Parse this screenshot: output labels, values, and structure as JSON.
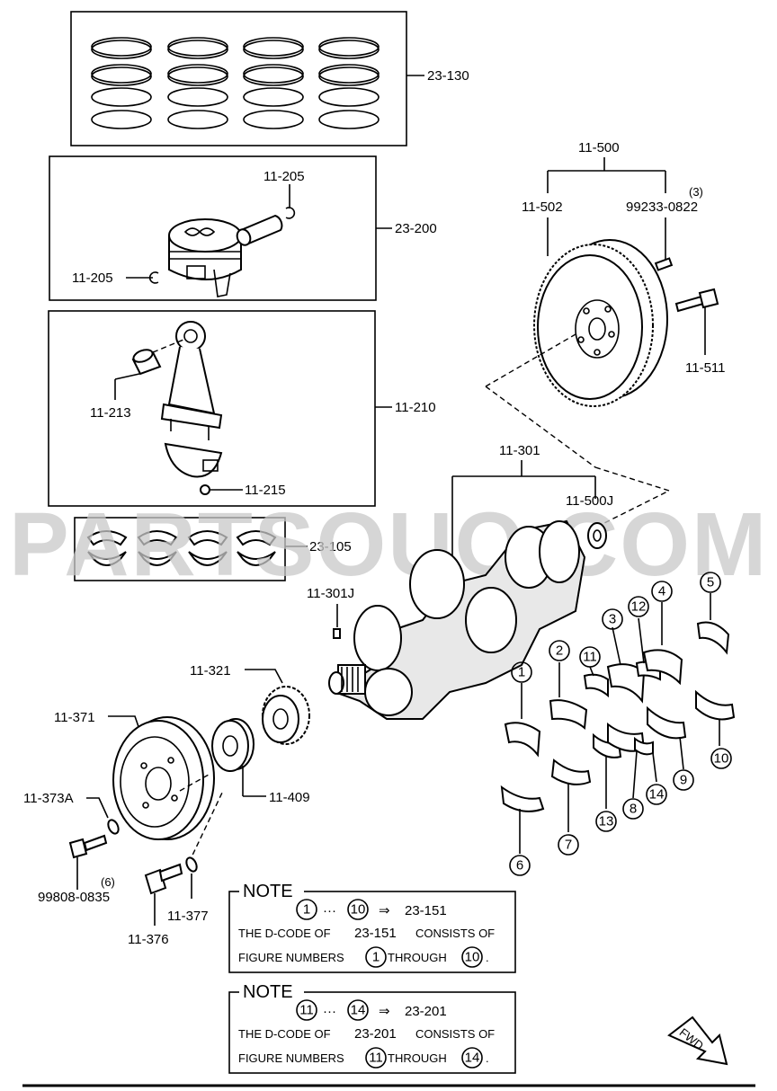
{
  "labels": {
    "ring_set": "23-130",
    "piston_assy": "23-200",
    "pin_clip_top": "11-205",
    "pin_clip_left": "11-205",
    "conrod_assy": "11-210",
    "bushing": "11-213",
    "conrod_nut": "11-215",
    "conrod_bearing_set": "23-105",
    "flywheel_assy": "11-500",
    "ring_gear": "11-502",
    "dowel_pin": "99233-0822",
    "dowel_pin_qty": "(3)",
    "flywheel_bolt": "11-511",
    "crankshaft": "11-301",
    "pilot_bearing": "11-500J",
    "crank_key": "11-301J",
    "timing_pulley": "11-321",
    "crank_pulley": "11-371",
    "pulley_plate": "11-409",
    "washer": "11-373A",
    "pulley_bolt": "99808-0835",
    "pulley_bolt_qty": "(6)",
    "center_bolt": "11-376",
    "center_washer": "11-377"
  },
  "bearings": [
    "1",
    "2",
    "3",
    "4",
    "5",
    "6",
    "7",
    "8",
    "9",
    "10",
    "11",
    "12",
    "13",
    "14"
  ],
  "watermark": "PARTSOUQ.COM",
  "notes": [
    {
      "title": "NOTE",
      "from": "1",
      "to": "10",
      "ellipsis": "···",
      "arrow": "⇒",
      "code": "23-151",
      "line2_a": "THE D-CODE OF",
      "line2_code": "23-151",
      "line2_b": "CONSISTS OF",
      "line3_a": "FIGURE NUMBERS",
      "line3_b": "THROUGH",
      "line3_end": "."
    },
    {
      "title": "NOTE",
      "from": "11",
      "to": "14",
      "ellipsis": "···",
      "arrow": "⇒",
      "code": "23-201",
      "line2_a": "THE D-CODE OF",
      "line2_code": "23-201",
      "line2_b": "CONSISTS OF",
      "line3_a": "FIGURE NUMBERS",
      "line3_b": "THROUGH",
      "line3_end": "."
    }
  ],
  "fwd": "FWD"
}
